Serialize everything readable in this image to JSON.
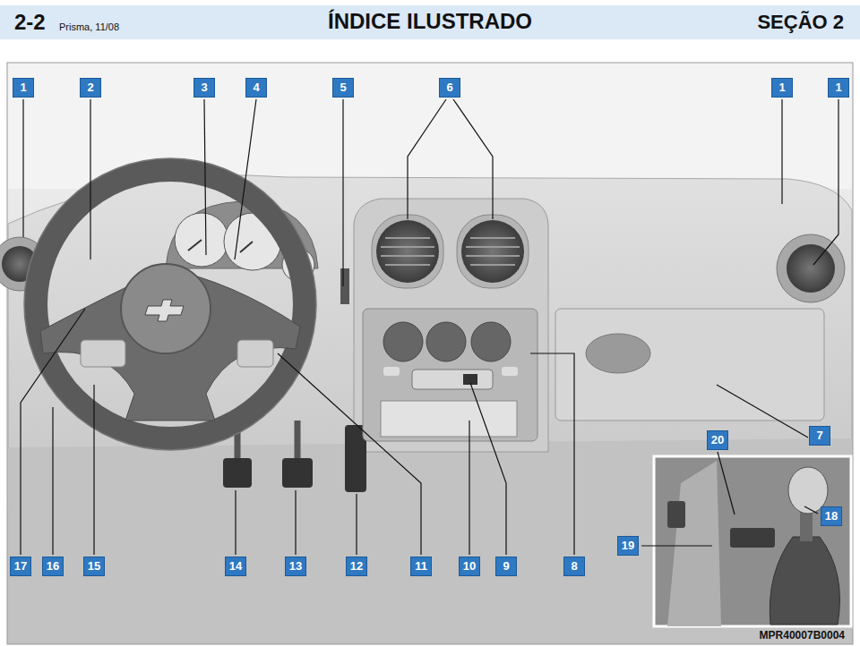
{
  "diagram": {
    "title": "ÍNDICE ILUSTRADO",
    "labels": [
      "2-2",
      "Prisma, 11/08",
      "SEÇÃO 2",
      "1",
      "2",
      "3",
      "4",
      "5",
      "6",
      "1",
      "1",
      "7",
      "20",
      "18",
      "19",
      "17",
      "16",
      "15",
      "14",
      "13",
      "12",
      "11",
      "10",
      "9",
      "8",
      "MPR40007B0004"
    ]
  }
}
